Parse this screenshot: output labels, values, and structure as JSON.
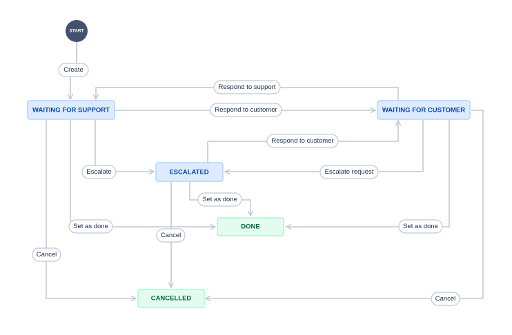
{
  "workflow": {
    "start": {
      "label": "START"
    },
    "statuses": {
      "waiting_for_support": {
        "label": "WAITING FOR SUPPORT",
        "category": "todo"
      },
      "waiting_for_customer": {
        "label": "WAITING FOR CUSTOMER",
        "category": "todo"
      },
      "escalated": {
        "label": "ESCALATED",
        "category": "todo"
      },
      "done": {
        "label": "DONE",
        "category": "done"
      },
      "cancelled": {
        "label": "CANCELLED",
        "category": "done"
      }
    },
    "transitions": {
      "create": {
        "label": "Create",
        "from": "start",
        "to": "waiting_for_support"
      },
      "respond_to_support": {
        "label": "Respond to support",
        "from": "waiting_for_customer",
        "to": "waiting_for_support"
      },
      "respond_to_customer_top": {
        "label": "Respond to customer",
        "from": "waiting_for_support",
        "to": "waiting_for_customer"
      },
      "respond_to_customer_escalated": {
        "label": "Respond to customer",
        "from": "escalated",
        "to": "waiting_for_customer"
      },
      "escalate": {
        "label": "Escalate",
        "from": "waiting_for_support",
        "to": "escalated"
      },
      "escalate_request": {
        "label": "Escalate request",
        "from": "waiting_for_customer",
        "to": "escalated"
      },
      "set_as_done_escalated": {
        "label": "Set as done",
        "from": "escalated",
        "to": "done"
      },
      "set_as_done_support": {
        "label": "Set as done",
        "from": "waiting_for_support",
        "to": "done"
      },
      "set_as_done_customer": {
        "label": "Set as done",
        "from": "waiting_for_customer",
        "to": "done"
      },
      "cancel_escalated": {
        "label": "Cancel",
        "from": "escalated",
        "to": "cancelled"
      },
      "cancel_support": {
        "label": "Cancel",
        "from": "waiting_for_support",
        "to": "cancelled"
      },
      "cancel_customer": {
        "label": "Cancel",
        "from": "waiting_for_customer",
        "to": "cancelled"
      }
    }
  },
  "colors": {
    "edge": "#c1c7d0",
    "todo_fill": "#deebff",
    "todo_text": "#0747a6",
    "done_fill": "#e3fcef",
    "done_text": "#006644",
    "start_fill": "#42526e"
  }
}
